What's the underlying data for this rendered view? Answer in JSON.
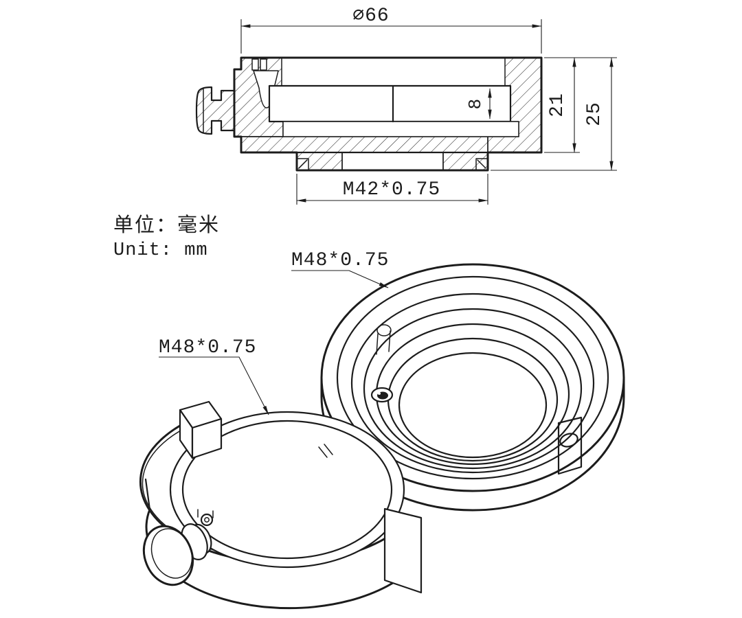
{
  "page": {
    "background": "#ffffff",
    "ink": "#1c1c1c",
    "description": "Engineering drawing of an M48 threaded camera adapter: sectioned side view with dimensions and isometric view of two M48 rings"
  },
  "section_view": {
    "dims": {
      "outer_diameter": "∅66",
      "inner_ring_height": "8",
      "body_height": "21",
      "overall_height": "25",
      "bottom_thread": "M42*0.75"
    }
  },
  "notes": {
    "units_cn": "单位：毫米",
    "units_en": "Unit: mm"
  },
  "iso_view": {
    "adapter_ring_thread": "M48*0.75",
    "clamp_ring_thread": "M48*0.75"
  }
}
